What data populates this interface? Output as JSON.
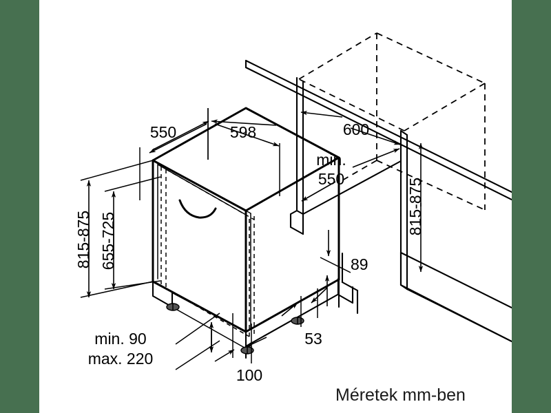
{
  "meta": {
    "title": "Dishwasher built-in installation dimension drawing",
    "background_color": "#477050",
    "sheet_color": "#ffffff",
    "line_color": "#000000"
  },
  "caption": {
    "text": "Méretek mm-ben"
  },
  "dimensions": {
    "appliance_depth_550": "550",
    "appliance_width_598": "598",
    "height_range_outer": "815-875",
    "height_range_inner": "655-725",
    "niche_width_600": "600",
    "niche_depth_min_550_line1": "min.",
    "niche_depth_min_550_line2": "550",
    "niche_height_range": "815-875",
    "plinth_height_89": "89",
    "plinth_depth_53": "53",
    "foot_offset_100": "100",
    "plinth_range_line1": "min. 90",
    "plinth_range_line2": "max. 220"
  },
  "labels": [
    {
      "id": "d550",
      "value": "550"
    },
    {
      "id": "d598",
      "value": "598"
    },
    {
      "id": "h815-875-left",
      "value": "815-875"
    },
    {
      "id": "h655-725",
      "value": "655-725"
    },
    {
      "id": "d600",
      "value": "600"
    },
    {
      "id": "min550a",
      "value": "min."
    },
    {
      "id": "min550b",
      "value": "550"
    },
    {
      "id": "h815-875-right",
      "value": "815-875"
    },
    {
      "id": "d89",
      "value": "89"
    },
    {
      "id": "d53",
      "value": "53"
    },
    {
      "id": "d100",
      "value": "100"
    },
    {
      "id": "min90",
      "value": "min. 90"
    },
    {
      "id": "max220",
      "value": "max. 220"
    }
  ]
}
